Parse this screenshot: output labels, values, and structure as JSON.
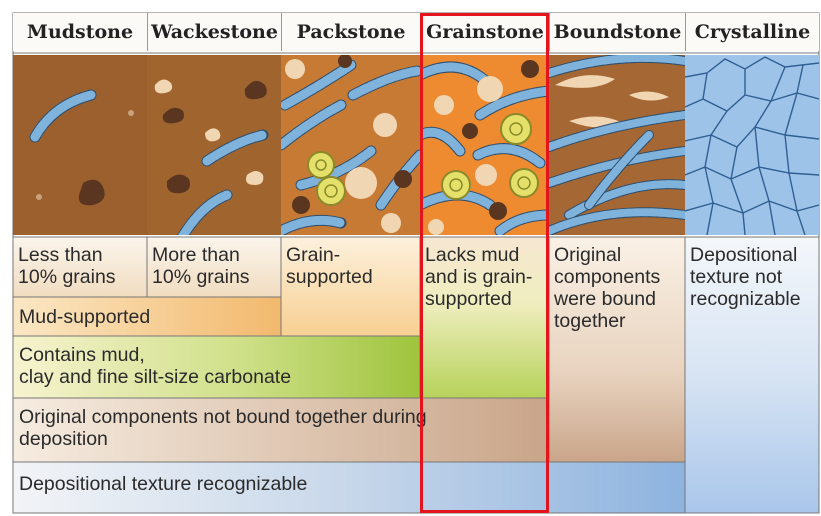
{
  "columns": [
    {
      "name": "Mudstone",
      "description": [
        "Less than",
        "10% grains"
      ]
    },
    {
      "name": "Wackestone",
      "description": [
        "More than",
        "10% grains"
      ]
    },
    {
      "name": "Packstone",
      "description": [
        "Grain-",
        "supported"
      ]
    },
    {
      "name": "Grainstone",
      "description": [
        "Lacks mud",
        "and is grain-",
        "supported"
      ]
    },
    {
      "name": "Boundstone",
      "description": [
        "Original",
        "components",
        "were bound",
        "together"
      ]
    },
    {
      "name": "Crystalline",
      "description": [
        "Depositional",
        "texture not",
        "recognizable"
      ]
    }
  ],
  "bands": {
    "mud_supported": "Mud-supported",
    "contains_mud": [
      "Contains mud,",
      "clay and fine silt-size carbonate"
    ],
    "not_bound": [
      "Original components not bound together during",
      "deposition"
    ],
    "texture_recognizable": "Depositional texture recognizable"
  },
  "highlight": {
    "column": "Grainstone",
    "color": "#e3141b"
  },
  "colors": {
    "mud": "#a0652f",
    "orange_mud": "#e5893c",
    "skeletal_fragment": "#7fb3dc",
    "grain_light": "#f1d6b3",
    "grain_dark": "#5a3621",
    "ooid": "#e4e06a",
    "crystal": "#9ec3e9",
    "band_cream": "#f3e2c2",
    "band_orange": "#f6c98a",
    "band_green": "#a6c84a",
    "band_tan": "#c8a88a",
    "band_blue": "#8fb6df"
  }
}
